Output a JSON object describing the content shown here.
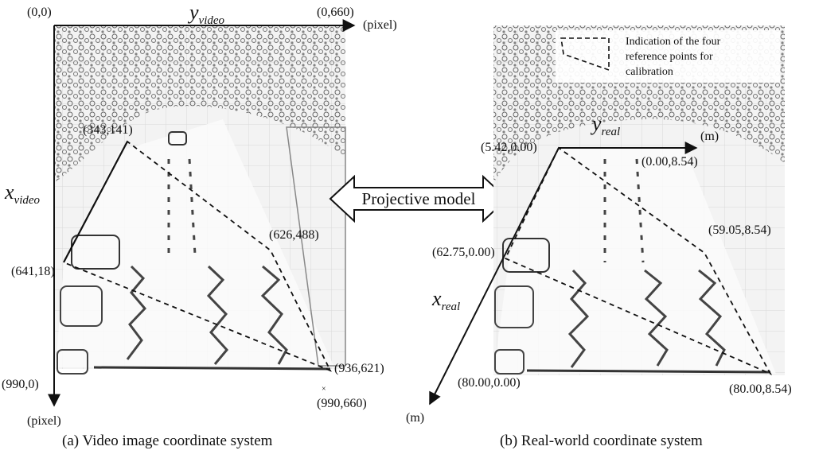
{
  "panel_a": {
    "origin_label": "(0,0)",
    "top_right_label": "(0,660)",
    "top_unit": "(pixel)",
    "bottom_left_label": "(990,0)",
    "bottom_unit": "(pixel)",
    "y_axis_name": "y",
    "y_axis_sub": "video",
    "x_axis_name": "x",
    "x_axis_sub": "video",
    "points": {
      "p1": "(343,141)",
      "p2": "(641,18)",
      "p3": "(626,488)",
      "p4": "(936,621)",
      "corner": "(990,660)"
    },
    "caption": "(a) Video image coordinate system"
  },
  "panel_b": {
    "y_axis_name": "y",
    "y_axis_sub": "real",
    "y_unit": "(m)",
    "x_axis_name": "x",
    "x_axis_sub": "real",
    "x_unit": "(m)",
    "points": {
      "p1": "(5.42,0.00)",
      "p2": "(0.00,8.54)",
      "p3": "(59.05,8.54)",
      "p4": "(62.75,0.00)",
      "p5": "(80.00,0.00)",
      "p6": "(80.00,8.54)"
    },
    "legend": {
      "line1": "Indication of the four",
      "line2": "reference points for",
      "line3": "calibration"
    },
    "caption": "(b) Real-world coordinate system"
  },
  "center_label": "Projective model",
  "colors": {
    "ink": "#111111",
    "scene_light": "#e6e6e6",
    "scene_mid": "#bdbdbd",
    "tree": "#6a6a6a"
  }
}
